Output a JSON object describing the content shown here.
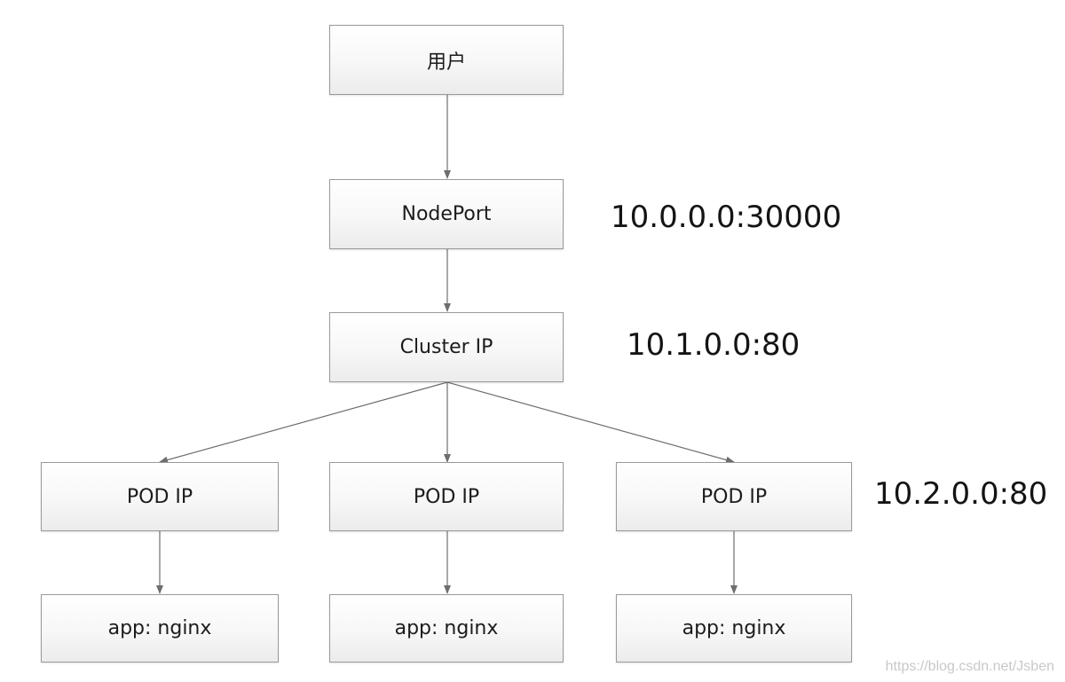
{
  "diagram": {
    "nodes": {
      "user": "用户",
      "nodeport": "NodePort",
      "cluster_ip": "Cluster IP",
      "pod_1": "POD IP",
      "pod_2": "POD IP",
      "pod_3": "POD IP",
      "app_1": "app: nginx",
      "app_2": "app: nginx",
      "app_3": "app: nginx"
    },
    "addresses": {
      "nodeport": "10.0.0.0:30000",
      "cluster_ip": "10.1.0.0:80",
      "pod": "10.2.0.0:80"
    },
    "edges": [
      {
        "from": "user",
        "to": "nodeport"
      },
      {
        "from": "nodeport",
        "to": "cluster_ip"
      },
      {
        "from": "cluster_ip",
        "to": "pod_1"
      },
      {
        "from": "cluster_ip",
        "to": "pod_2"
      },
      {
        "from": "cluster_ip",
        "to": "pod_3"
      },
      {
        "from": "pod_1",
        "to": "app_1"
      },
      {
        "from": "pod_2",
        "to": "app_2"
      },
      {
        "from": "pod_3",
        "to": "app_3"
      }
    ],
    "colors": {
      "edge": "#6e6e6e",
      "box_border": "#9a9a9a"
    }
  },
  "watermark": "https://blog.csdn.net/Jsben"
}
